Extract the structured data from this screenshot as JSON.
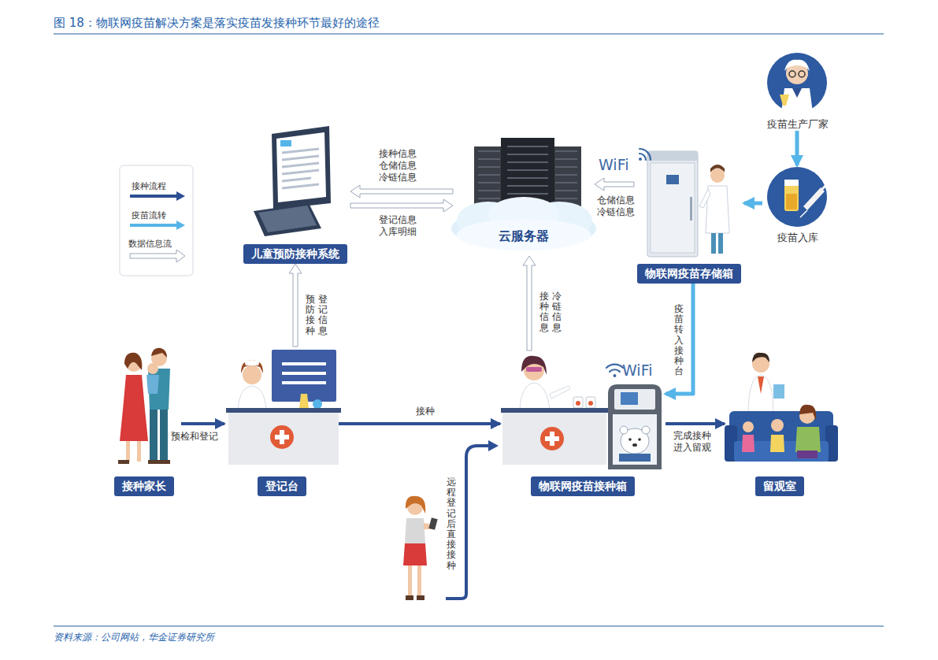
{
  "diagram": {
    "title": "图 18：物联网疫苗解决方案是落实疫苗发接种环节最好的途径",
    "caption": "资料来源：公司网站，华金证券研究所",
    "nodes": [
      {
        "text": [
          "儿童预防接种系统"
        ]
      },
      {
        "text": [
          "云服务器"
        ]
      },
      {
        "text": [
          "疫苗生产厂家"
        ]
      },
      {
        "text": [
          "物联网疫苗存储箱"
        ]
      },
      {
        "text": [
          "疫苗入库"
        ]
      },
      {
        "text": [
          "接种家长"
        ]
      },
      {
        "text": [
          "登记台"
        ]
      },
      {
        "text": [
          "物联网疫苗接种箱"
        ]
      },
      {
        "text": [
          "留观室"
        ]
      }
    ],
    "edges": [
      {
        "from": 2,
        "to": 4,
        "arrow": "to"
      },
      {
        "from": 4,
        "to": 3,
        "arrow": "to"
      },
      {
        "from": 3,
        "to": 1,
        "label": "仓储信息 冷链信息",
        "arrow": "to"
      },
      {
        "from": 1,
        "to": 0,
        "label": "接种信息 仓储信息 冷链信息",
        "arrow": "to"
      },
      {
        "from": 0,
        "to": 1,
        "label": "登记信息 入库明细",
        "arrow": "to"
      },
      {
        "from": 5,
        "to": 6,
        "label": "预检和登记",
        "arrow": "to"
      },
      {
        "from": 6,
        "to": 0,
        "label": "预防接种 登记信息",
        "arrow": "to"
      },
      {
        "from": 6,
        "to": 7,
        "label": "接种",
        "arrow": "to"
      },
      {
        "from": 7,
        "to": 1,
        "label": "接种信息 冷链信息",
        "arrow": "to"
      },
      {
        "from": 3,
        "to": 7,
        "label": "疫苗转入接种台",
        "arrow": "to"
      },
      {
        "from": 7,
        "to": 8,
        "label": "完成接种 进入留观",
        "arrow": "to"
      }
    ],
    "labels": [
      "WiFi",
      "WiFi",
      "远程登记后直接接种"
    ],
    "legend": [
      {
        "text": "接种流程"
      },
      {
        "text": "疫苗流转"
      },
      {
        "text": "数据信息流"
      }
    ]
  }
}
